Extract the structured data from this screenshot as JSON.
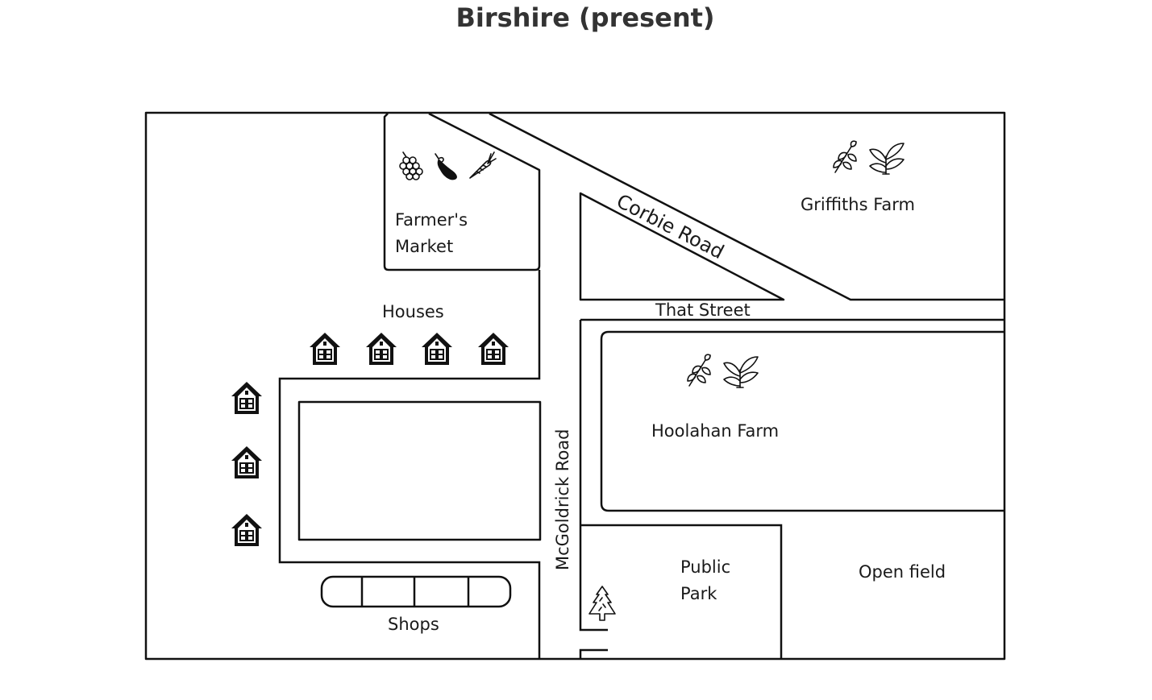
{
  "title": "Birshire (present)",
  "labels": {
    "farmers_market_line1": "Farmer's",
    "farmers_market_line2": "Market",
    "corbie_road": "Corbie Road",
    "griffiths_farm": "Griffiths Farm",
    "that_street": "That Street",
    "houses": "Houses",
    "hoolahan_farm": "Hoolahan Farm",
    "mcgoldrick_road": "McGoldrick Road",
    "public_park_line1": "Public",
    "public_park_line2": "Park",
    "open_field": "Open field",
    "shops": "Shops"
  },
  "icons": {
    "market": [
      "grapes-icon",
      "eggplant-icon",
      "carrot-icon"
    ],
    "farm": [
      "wheat-icon",
      "plant-icon"
    ],
    "house": "house-icon",
    "park": "tree-icon"
  }
}
